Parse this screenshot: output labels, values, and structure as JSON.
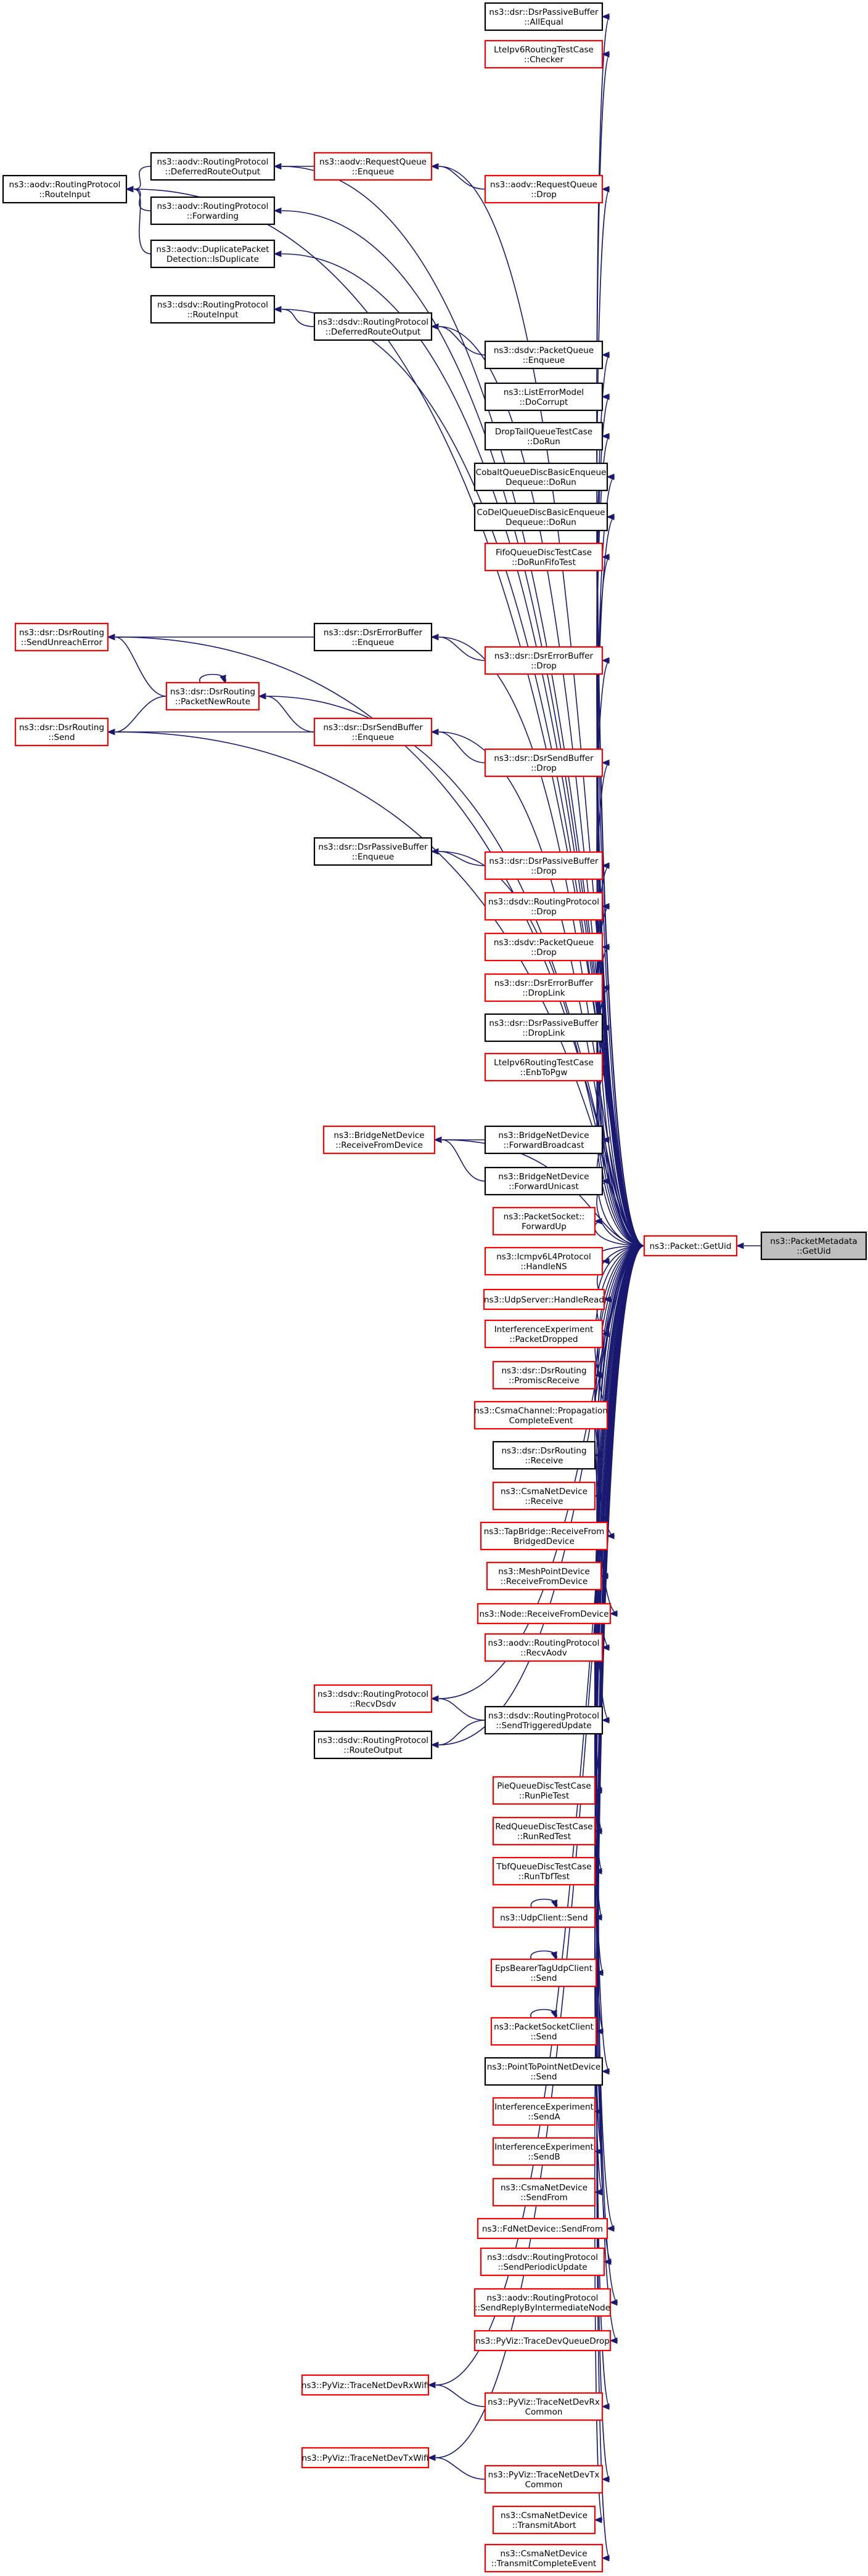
{
  "diagram": {
    "target": {
      "id": "t0",
      "lines": [
        "ns3::PacketMetadata",
        "::GetUid"
      ],
      "style": "gray"
    },
    "hub": {
      "id": "hub",
      "lines": [
        "ns3::Packet::GetUid"
      ],
      "style": "red"
    },
    "nodes": [
      {
        "id": "n01",
        "lines": [
          "ns3::dsr::DsrPassiveBuffer",
          "::AllEqual"
        ],
        "style": "black"
      },
      {
        "id": "n02",
        "lines": [
          "LteIpv6RoutingTestCase",
          "::Checker"
        ],
        "style": "red"
      },
      {
        "id": "n03",
        "lines": [
          "ns3::aodv::RoutingProtocol",
          "::RouteInput"
        ],
        "style": "black"
      },
      {
        "id": "n04",
        "lines": [
          "ns3::aodv::RoutingProtocol",
          "::DeferredRouteOutput"
        ],
        "style": "black"
      },
      {
        "id": "n05",
        "lines": [
          "ns3::aodv::RequestQueue",
          "::Enqueue"
        ],
        "style": "red"
      },
      {
        "id": "n06",
        "lines": [
          "ns3::aodv::RequestQueue",
          "::Drop"
        ],
        "style": "red"
      },
      {
        "id": "n07",
        "lines": [
          "ns3::aodv::RoutingProtocol",
          "::Forwarding"
        ],
        "style": "black"
      },
      {
        "id": "n08",
        "lines": [
          "ns3::aodv::DuplicatePacket",
          "Detection::IsDuplicate"
        ],
        "style": "black"
      },
      {
        "id": "n09",
        "lines": [
          "ns3::dsdv::RoutingProtocol",
          "::RouteInput"
        ],
        "style": "black"
      },
      {
        "id": "n10",
        "lines": [
          "ns3::dsdv::RoutingProtocol",
          "::DeferredRouteOutput"
        ],
        "style": "black"
      },
      {
        "id": "n11",
        "lines": [
          "ns3::dsdv::PacketQueue",
          "::Enqueue"
        ],
        "style": "black"
      },
      {
        "id": "n12",
        "lines": [
          "ns3::ListErrorModel",
          "::DoCorrupt"
        ],
        "style": "black"
      },
      {
        "id": "n13",
        "lines": [
          "DropTailQueueTestCase",
          "::DoRun"
        ],
        "style": "black"
      },
      {
        "id": "n14",
        "lines": [
          "CobaltQueueDiscBasicEnqueue",
          "Dequeue::DoRun"
        ],
        "style": "black"
      },
      {
        "id": "n15",
        "lines": [
          "CoDelQueueDiscBasicEnqueue",
          "Dequeue::DoRun"
        ],
        "style": "black"
      },
      {
        "id": "n16",
        "lines": [
          "FifoQueueDiscTestCase",
          "::DoRunFifoTest"
        ],
        "style": "red"
      },
      {
        "id": "n17",
        "lines": [
          "ns3::dsr::DsrRouting",
          "::SendUnreachError"
        ],
        "style": "red"
      },
      {
        "id": "n18",
        "lines": [
          "ns3::dsr::DsrErrorBuffer",
          "::Enqueue"
        ],
        "style": "black"
      },
      {
        "id": "n19",
        "lines": [
          "ns3::dsr::DsrErrorBuffer",
          "::Drop"
        ],
        "style": "red"
      },
      {
        "id": "n20",
        "lines": [
          "ns3::dsr::DsrRouting",
          "::PacketNewRoute"
        ],
        "style": "red"
      },
      {
        "id": "n21",
        "lines": [
          "ns3::dsr::DsrRouting",
          "::Send"
        ],
        "style": "red"
      },
      {
        "id": "n22",
        "lines": [
          "ns3::dsr::DsrSendBuffer",
          "::Enqueue"
        ],
        "style": "red"
      },
      {
        "id": "n23",
        "lines": [
          "ns3::dsr::DsrSendBuffer",
          "::Drop"
        ],
        "style": "red"
      },
      {
        "id": "n24",
        "lines": [
          "ns3::dsr::DsrPassiveBuffer",
          "::Enqueue"
        ],
        "style": "black"
      },
      {
        "id": "n25",
        "lines": [
          "ns3::dsr::DsrPassiveBuffer",
          "::Drop"
        ],
        "style": "red"
      },
      {
        "id": "n26",
        "lines": [
          "ns3::dsdv::RoutingProtocol",
          "::Drop"
        ],
        "style": "red"
      },
      {
        "id": "n27",
        "lines": [
          "ns3::dsdv::PacketQueue",
          "::Drop"
        ],
        "style": "red"
      },
      {
        "id": "n28",
        "lines": [
          "ns3::dsr::DsrErrorBuffer",
          "::DropLink"
        ],
        "style": "red"
      },
      {
        "id": "n29",
        "lines": [
          "ns3::dsr::DsrPassiveBuffer",
          "::DropLink"
        ],
        "style": "black"
      },
      {
        "id": "n30",
        "lines": [
          "LteIpv6RoutingTestCase",
          "::EnbToPgw"
        ],
        "style": "red"
      },
      {
        "id": "n31",
        "lines": [
          "ns3::BridgeNetDevice",
          "::ReceiveFromDevice"
        ],
        "style": "red"
      },
      {
        "id": "n32",
        "lines": [
          "ns3::BridgeNetDevice",
          "::ForwardBroadcast"
        ],
        "style": "black"
      },
      {
        "id": "n33",
        "lines": [
          "ns3::BridgeNetDevice",
          "::ForwardUnicast"
        ],
        "style": "black"
      },
      {
        "id": "n34",
        "lines": [
          "ns3::PacketSocket::",
          "ForwardUp"
        ],
        "style": "red"
      },
      {
        "id": "n35",
        "lines": [
          "ns3::Icmpv6L4Protocol",
          "::HandleNS"
        ],
        "style": "red"
      },
      {
        "id": "n36",
        "lines": [
          "ns3::UdpServer::HandleRead"
        ],
        "style": "red"
      },
      {
        "id": "n37",
        "lines": [
          "InterferenceExperiment",
          "::PacketDropped"
        ],
        "style": "red"
      },
      {
        "id": "n38",
        "lines": [
          "ns3::dsr::DsrRouting",
          "::PromiscReceive"
        ],
        "style": "red"
      },
      {
        "id": "n39",
        "lines": [
          "ns3::CsmaChannel::Propagation",
          "CompleteEvent"
        ],
        "style": "red"
      },
      {
        "id": "n40",
        "lines": [
          "ns3::dsr::DsrRouting",
          "::Receive"
        ],
        "style": "black"
      },
      {
        "id": "n41",
        "lines": [
          "ns3::CsmaNetDevice",
          "::Receive"
        ],
        "style": "red"
      },
      {
        "id": "n42",
        "lines": [
          "ns3::TapBridge::ReceiveFrom",
          "BridgedDevice"
        ],
        "style": "red"
      },
      {
        "id": "n43",
        "lines": [
          "ns3::MeshPointDevice",
          "::ReceiveFromDevice"
        ],
        "style": "red"
      },
      {
        "id": "n44",
        "lines": [
          "ns3::Node::ReceiveFromDevice"
        ],
        "style": "red"
      },
      {
        "id": "n45",
        "lines": [
          "ns3::aodv::RoutingProtocol",
          "::RecvAodv"
        ],
        "style": "red"
      },
      {
        "id": "n46",
        "lines": [
          "ns3::dsdv::RoutingProtocol",
          "::RecvDsdv"
        ],
        "style": "red"
      },
      {
        "id": "n47",
        "lines": [
          "ns3::dsdv::RoutingProtocol",
          "::SendTriggeredUpdate"
        ],
        "style": "black"
      },
      {
        "id": "n48",
        "lines": [
          "ns3::dsdv::RoutingProtocol",
          "::RouteOutput"
        ],
        "style": "black"
      },
      {
        "id": "n49",
        "lines": [
          "PieQueueDiscTestCase",
          "::RunPieTest"
        ],
        "style": "red"
      },
      {
        "id": "n50",
        "lines": [
          "RedQueueDiscTestCase",
          "::RunRedTest"
        ],
        "style": "red"
      },
      {
        "id": "n51",
        "lines": [
          "TbfQueueDiscTestCase",
          "::RunTbfTest"
        ],
        "style": "red"
      },
      {
        "id": "n52",
        "lines": [
          "ns3::UdpClient::Send"
        ],
        "style": "red"
      },
      {
        "id": "n53",
        "lines": [
          "EpsBearerTagUdpClient",
          "::Send"
        ],
        "style": "red"
      },
      {
        "id": "n54",
        "lines": [
          "ns3::PacketSocketClient",
          "::Send"
        ],
        "style": "red"
      },
      {
        "id": "n55",
        "lines": [
          "ns3::PointToPointNetDevice",
          "::Send"
        ],
        "style": "black"
      },
      {
        "id": "n56",
        "lines": [
          "InterferenceExperiment",
          "::SendA"
        ],
        "style": "red"
      },
      {
        "id": "n57",
        "lines": [
          "InterferenceExperiment",
          "::SendB"
        ],
        "style": "red"
      },
      {
        "id": "n58",
        "lines": [
          "ns3::CsmaNetDevice",
          "::SendFrom"
        ],
        "style": "red"
      },
      {
        "id": "n59",
        "lines": [
          "ns3::FdNetDevice::SendFrom"
        ],
        "style": "red"
      },
      {
        "id": "n60",
        "lines": [
          "ns3::dsdv::RoutingProtocol",
          "::SendPeriodicUpdate"
        ],
        "style": "red"
      },
      {
        "id": "n61",
        "lines": [
          "ns3::aodv::RoutingProtocol",
          "::SendReplyByIntermediateNode"
        ],
        "style": "red"
      },
      {
        "id": "n62",
        "lines": [
          "ns3::PyViz::TraceDevQueueDrop"
        ],
        "style": "red"
      },
      {
        "id": "n63",
        "lines": [
          "ns3::PyViz::TraceNetDevRxWifi"
        ],
        "style": "red"
      },
      {
        "id": "n64",
        "lines": [
          "ns3::PyViz::TraceNetDevRx",
          "Common"
        ],
        "style": "red"
      },
      {
        "id": "n65",
        "lines": [
          "ns3::PyViz::TraceNetDevTxWifi"
        ],
        "style": "red"
      },
      {
        "id": "n66",
        "lines": [
          "ns3::PyViz::TraceNetDevTx",
          "Common"
        ],
        "style": "red"
      },
      {
        "id": "n67",
        "lines": [
          "ns3::CsmaNetDevice",
          "::TransmitAbort"
        ],
        "style": "red"
      },
      {
        "id": "n68",
        "lines": [
          "ns3::CsmaNetDevice",
          "::TransmitCompleteEvent"
        ],
        "style": "red"
      }
    ]
  }
}
